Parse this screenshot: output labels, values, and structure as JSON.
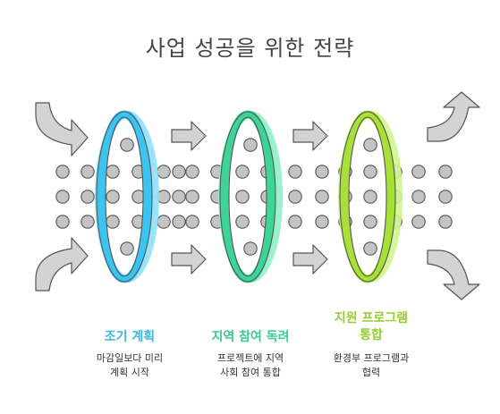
{
  "title": "사업 성공을 위한 전략",
  "steps": [
    {
      "title": "조기 계획",
      "desc_lines": [
        "마감일보다 미리",
        "계획 시작"
      ],
      "color": "#3cc4f0",
      "color_light": "#8fe0fb",
      "title_color": "#3bb7e2"
    },
    {
      "title": "지역 참여 독려",
      "desc_lines": [
        "프로젝트에 지역",
        "사회 참여 통합"
      ],
      "color": "#3fd497",
      "color_light": "#8ff0c6",
      "title_color": "#3cc88f"
    },
    {
      "title_lines": [
        "지원 프로그램",
        "통합"
      ],
      "desc_lines": [
        "환경부 프로그램과",
        "협력"
      ],
      "color": "#a9e037",
      "color_light": "#d2f590",
      "title_color": "#95cd36"
    }
  ],
  "colors": {
    "arrow_fill": "#d3d3d3",
    "arrow_stroke": "#555555",
    "dot_fill": "#c4c4c4",
    "dot_stroke": "#555555"
  },
  "icons": [
    "curved-arrow-in-icon",
    "straight-arrow-icon",
    "curved-arrow-out-icon"
  ]
}
